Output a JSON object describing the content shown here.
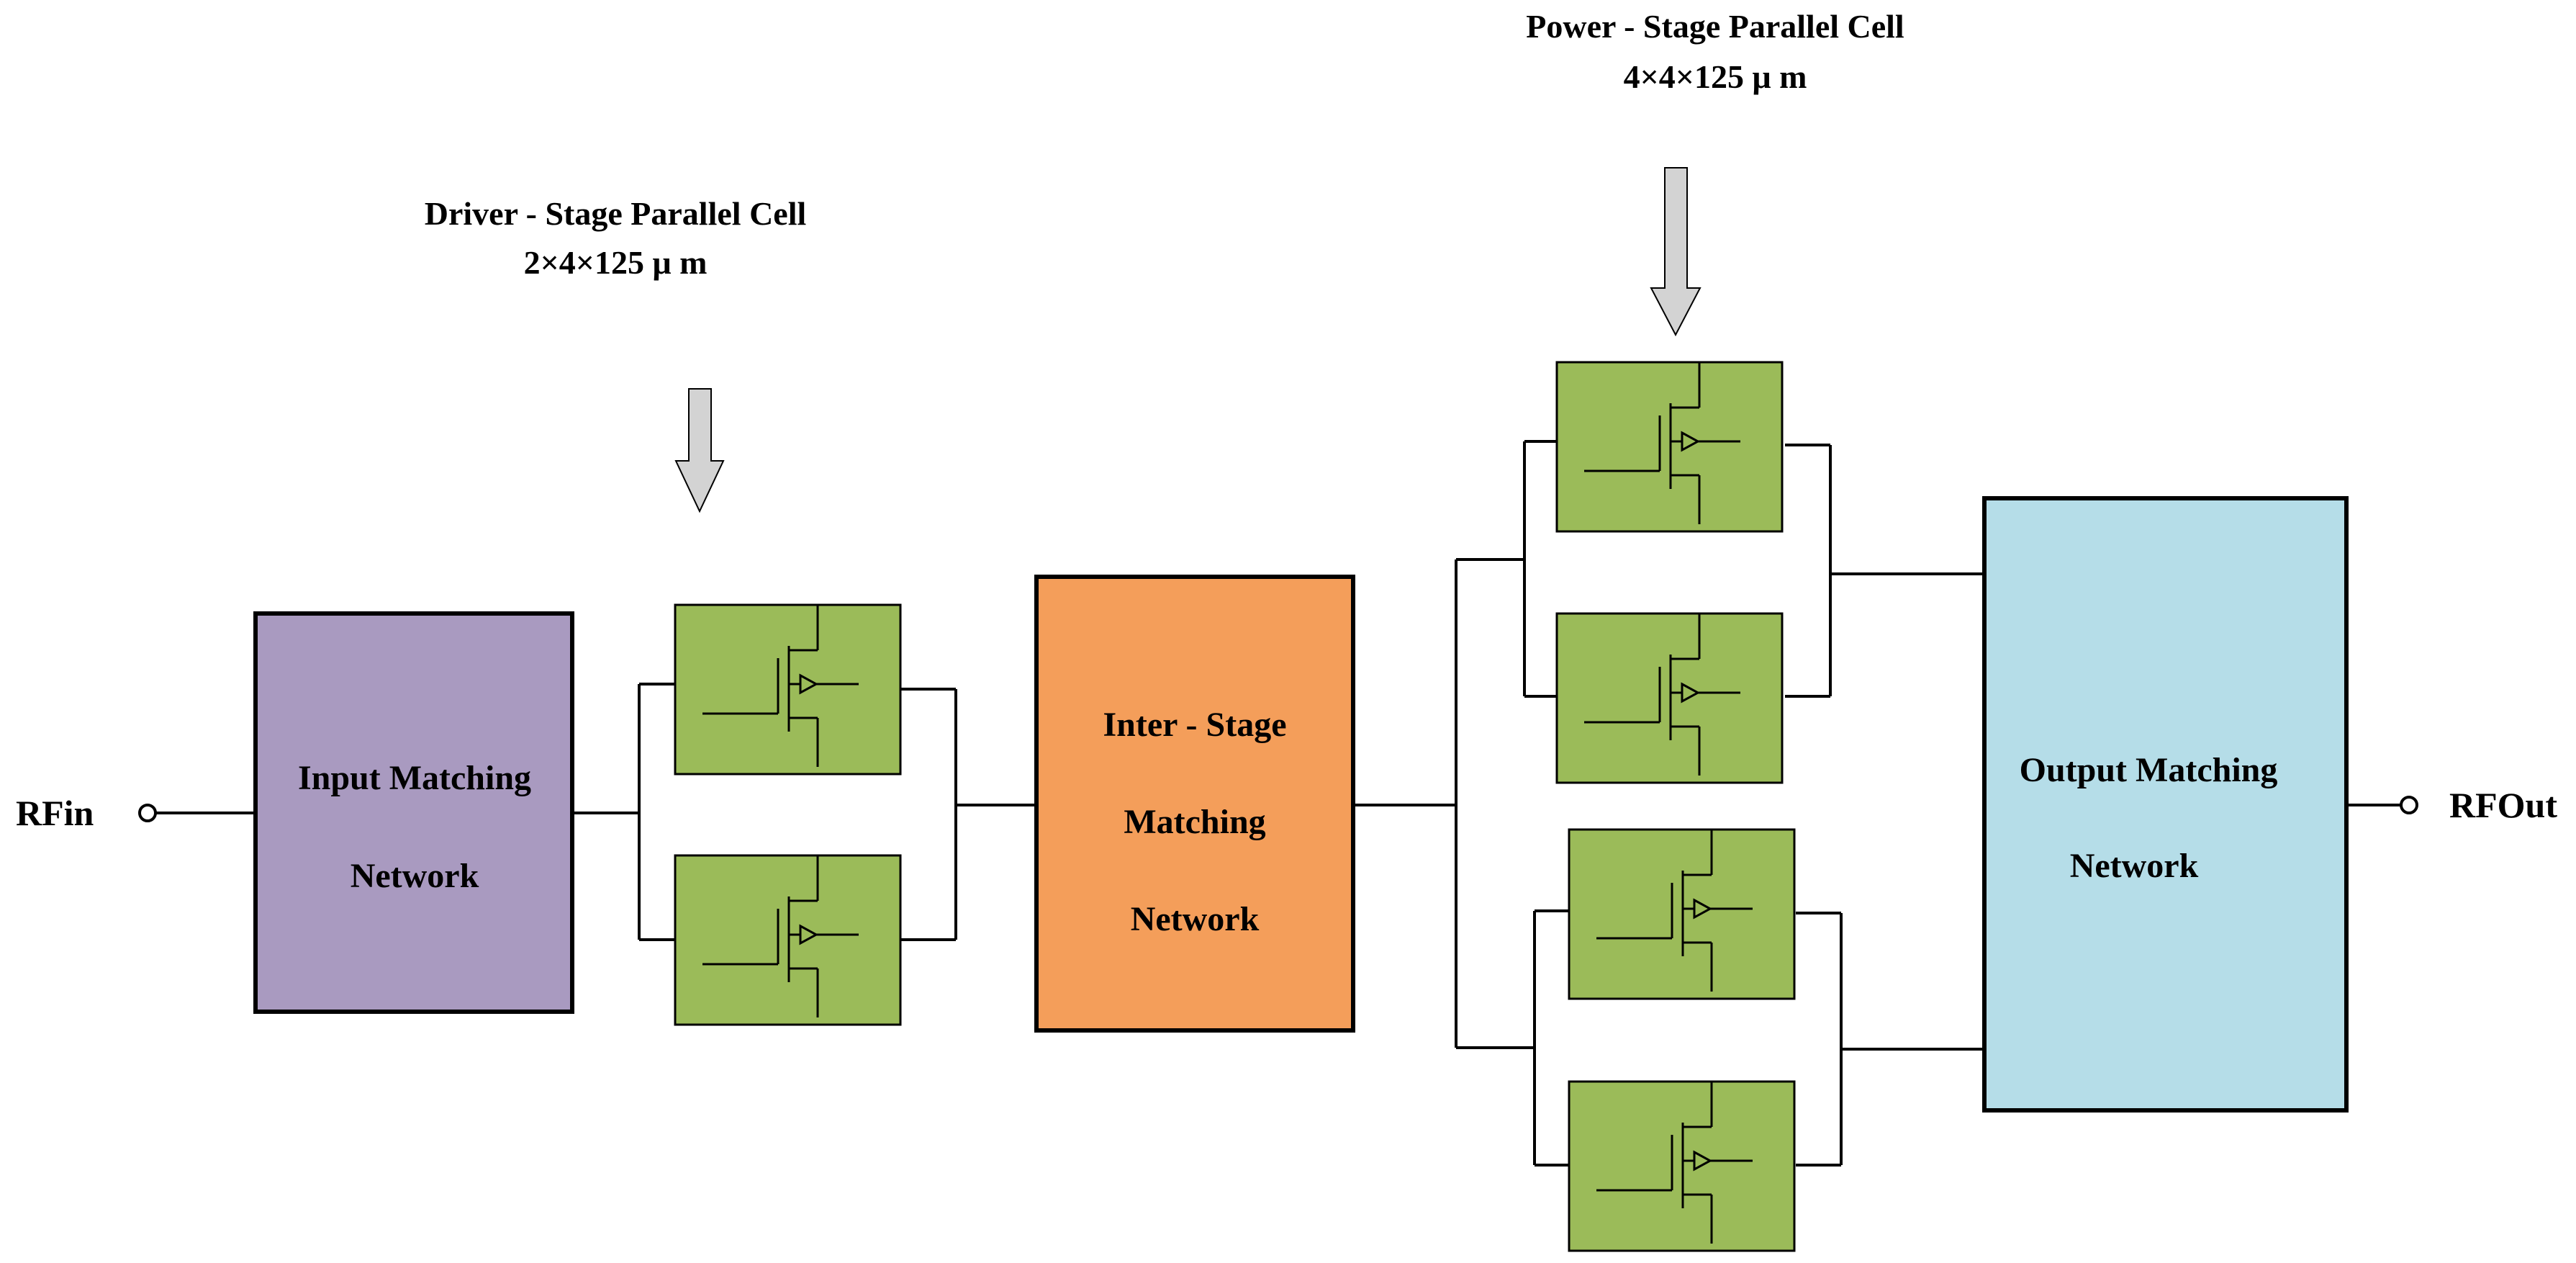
{
  "ports": {
    "input": "RFin",
    "output": "RFOut"
  },
  "blocks": {
    "input_matching": {
      "lines": [
        "Input Matching",
        "Network"
      ],
      "fill": "#A99AC0"
    },
    "inter_stage": {
      "lines": [
        "Inter - Stage",
        "Matching",
        "Network"
      ],
      "fill": "#F49E5A"
    },
    "output_matching": {
      "lines": [
        "Output Matching",
        "Network"
      ],
      "fill": "#B5DDE8"
    }
  },
  "annotations": {
    "driver": {
      "title": "Driver - Stage Parallel Cell",
      "size": "2×4×125 μ m"
    },
    "power": {
      "title": "Power - Stage Parallel Cell",
      "size": "4×4×125 μ m"
    }
  },
  "colors": {
    "transistor_cell": "#9BBB59",
    "arrow": "#D3D3D3"
  }
}
